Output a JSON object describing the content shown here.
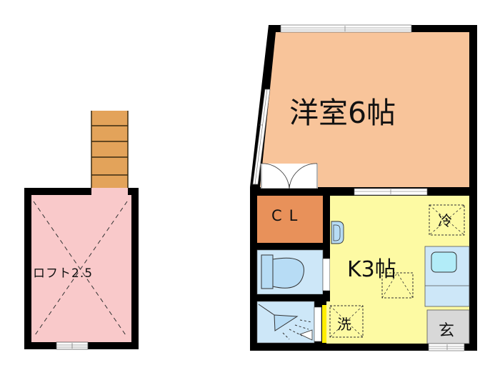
{
  "loft": {
    "label": "ロフト2.5",
    "fill": "#f9c9ca",
    "stairs_fill": "#e3a35a"
  },
  "rooms": {
    "western": {
      "label": "洋室6帖",
      "fill": "#f8c49a"
    },
    "closet": {
      "label": "CL",
      "fill": "#e8915a"
    },
    "kitchen": {
      "label": "K3帖",
      "fill": "#fdfaa3"
    },
    "toilet": {
      "fill": "#cde7f8"
    },
    "shower": {
      "fill": "#cde7f8"
    },
    "entrance": {
      "label": "玄",
      "fill": "#d8d8d8"
    }
  },
  "fixtures": {
    "fridge": {
      "label": "冷"
    },
    "washer": {
      "label": "洗"
    },
    "sink": {
      "fill": "#b7dcf5"
    }
  },
  "colors": {
    "wall": "#000000",
    "window": "#ffffff",
    "accent_yellow": "#ffee00"
  }
}
